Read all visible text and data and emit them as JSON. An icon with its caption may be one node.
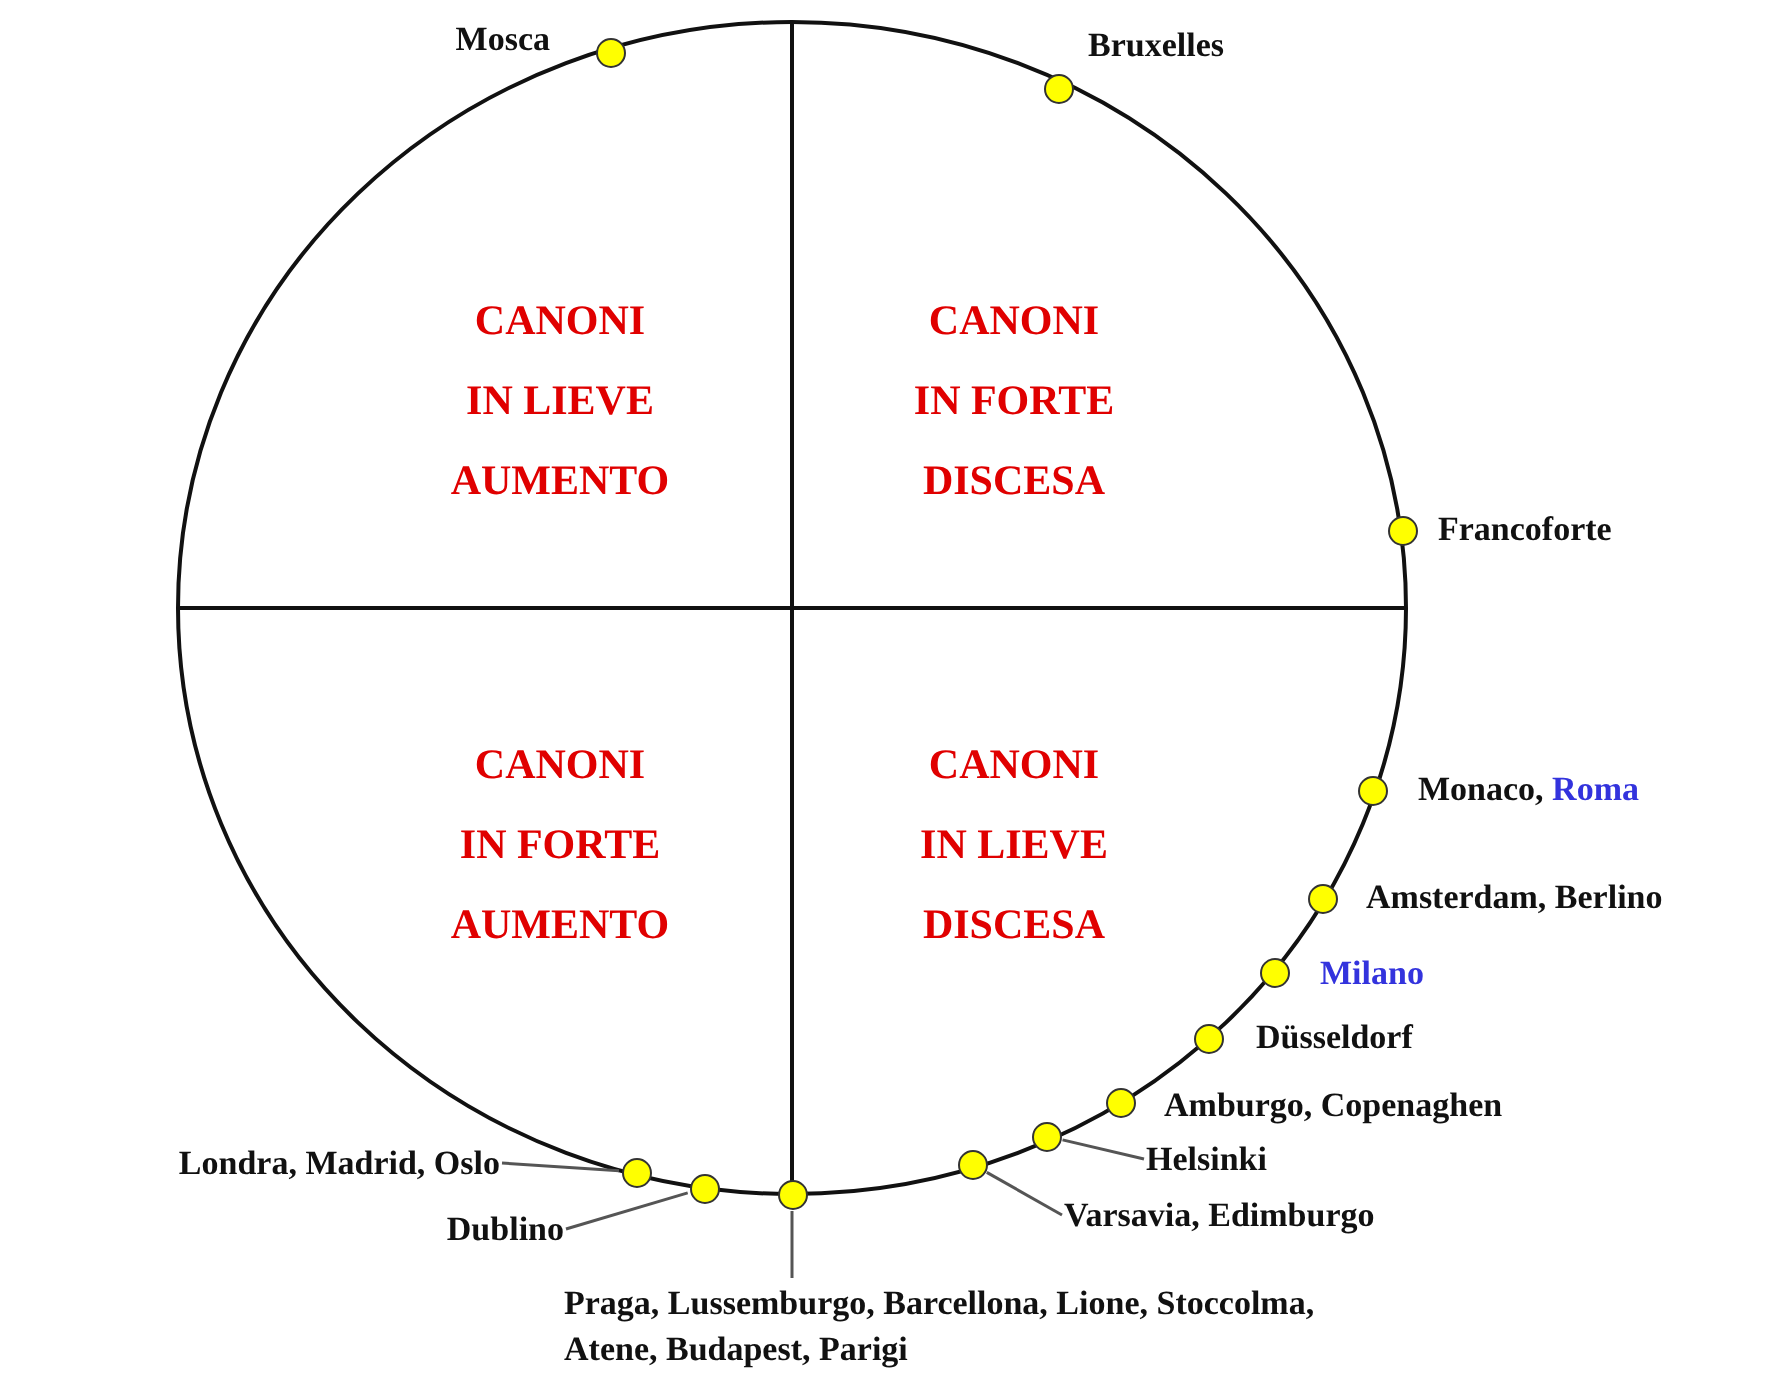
{
  "diagram": {
    "nodes": [
      {
        "text": [
          "CANONI IN LIEVE AUMENTO"
        ]
      },
      {
        "text": [
          "CANONI IN FORTE DISCESA"
        ]
      },
      {
        "text": [
          "CANONI IN FORTE AUMENTO"
        ]
      },
      {
        "text": [
          "CANONI IN LIEVE DISCESA"
        ]
      },
      {
        "text": [],
        "shape": "circle",
        "beside": [
          "Mosca"
        ]
      },
      {
        "text": [],
        "shape": "circle",
        "beside": [
          "Bruxelles"
        ]
      },
      {
        "text": [],
        "shape": "circle",
        "beside": [
          "Francoforte"
        ]
      },
      {
        "text": [],
        "shape": "circle",
        "beside": [
          "Monaco,",
          "Roma"
        ]
      },
      {
        "text": [],
        "shape": "circle",
        "beside": [
          "Amsterdam, Berlino"
        ]
      },
      {
        "text": [],
        "shape": "circle",
        "beside": [
          "Milano"
        ]
      },
      {
        "text": [],
        "shape": "circle",
        "beside": [
          "Düsseldorf"
        ]
      },
      {
        "text": [],
        "shape": "circle",
        "beside": [
          "Amburgo, Copenaghen"
        ]
      },
      {
        "text": [],
        "shape": "circle"
      },
      {
        "text": [],
        "shape": "circle"
      },
      {
        "text": [],
        "shape": "circle"
      },
      {
        "text": [],
        "shape": "circle"
      },
      {
        "text": [],
        "shape": "circle"
      },
      {
        "text": [
          "Helsinki"
        ]
      },
      {
        "text": [
          "Varsavia, Edimburgo"
        ]
      },
      {
        "text": [
          "Praga, Lussemburgo, Barcellona, Lione, Stoccolma, Atene, Budapest, Parigi"
        ]
      },
      {
        "text": [
          "Dublino"
        ]
      },
      {
        "text": [
          "Londra, Madrid, Oslo"
        ]
      }
    ],
    "edges": [
      {
        "from": 17,
        "to": 12,
        "arrow": "none"
      },
      {
        "from": 18,
        "to": 13,
        "arrow": "none"
      },
      {
        "from": 19,
        "to": 14,
        "arrow": "none"
      },
      {
        "from": 20,
        "to": 15,
        "arrow": "none"
      },
      {
        "from": 21,
        "to": 16,
        "arrow": "none"
      }
    ]
  }
}
